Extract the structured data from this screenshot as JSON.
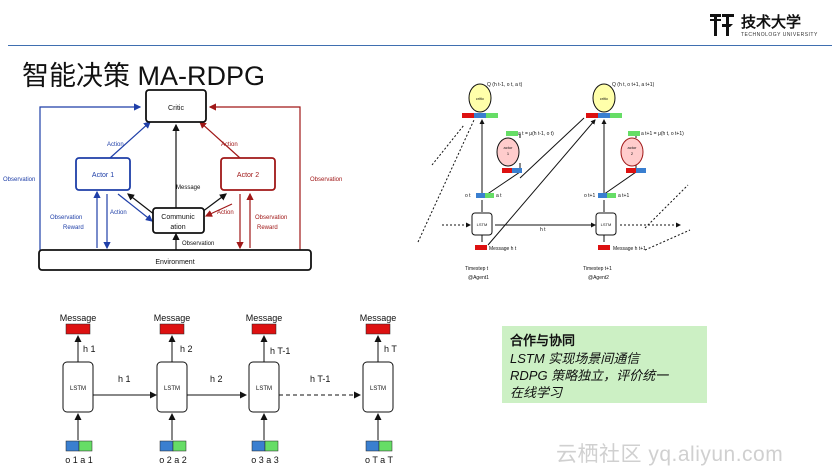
{
  "header": {
    "title": "智能决策 MA-RDPG",
    "logo_name": "技术大学",
    "logo_sub": "TECHNOLOGY UNIVERSITY"
  },
  "diagram1": {
    "critic": "Critic",
    "actor1": "Actor 1",
    "actor2": "Actor 2",
    "communication_l1": "Communic",
    "communication_l2": "ation",
    "environment": "Environment",
    "action": "Action",
    "observation": "Observation",
    "reward": "Reward",
    "message": "Message"
  },
  "diagram2": {
    "critic": "critic",
    "actor1_l1": "actor",
    "actor1_l2": "1",
    "actor2_l1": "actor",
    "actor2_l2": "2",
    "lstm": "LSTM",
    "q1": "Q (h t-1, o t, a t)",
    "q2": "Q (h t, o t+1, a t+1)",
    "pol1": "a t = μ(h t-1, o t)",
    "pol2": "a t+1 = μ(h t, o t+1)",
    "obs1": "o t",
    "obs1b": "a t",
    "obs2": "o t+1",
    "obs2b": "a t+1",
    "msg1": "Message h t",
    "msg2": "Message h t+1",
    "hidden": "h t",
    "time1_l1": "Timestep t",
    "time1_l2": "@Agent1",
    "time2_l1": "Timestep t+1",
    "time2_l2": "@Agent2"
  },
  "diagram3": {
    "message": "Message",
    "lstm": "LSTM",
    "h1": "h 1",
    "h2": "h 2",
    "hT1": "h T-1",
    "hT": "h T",
    "in1": "o 1 a 1",
    "in2": "o 2 a 2",
    "in3": "o 3 a 3",
    "inT": "o T a T"
  },
  "summary": {
    "heading": "合作与协同",
    "line1": "LSTM 实现场景间通信",
    "line2": "RDPG 策略独立，评价统一",
    "line3": "在线学习"
  },
  "watermark": "云栖社区 yq.aliyun.com",
  "colors": {
    "blue": "#1f3fa8",
    "red": "#a01818",
    "rule": "#3f6fb0",
    "summary_bg": "#ccf0c4",
    "msg_red": "#dd1111",
    "obs_blue": "#3a7fd0",
    "obs_green": "#66dd66",
    "critic_yellow": "#ffffaa",
    "actor_pink": "#ffcccc"
  }
}
